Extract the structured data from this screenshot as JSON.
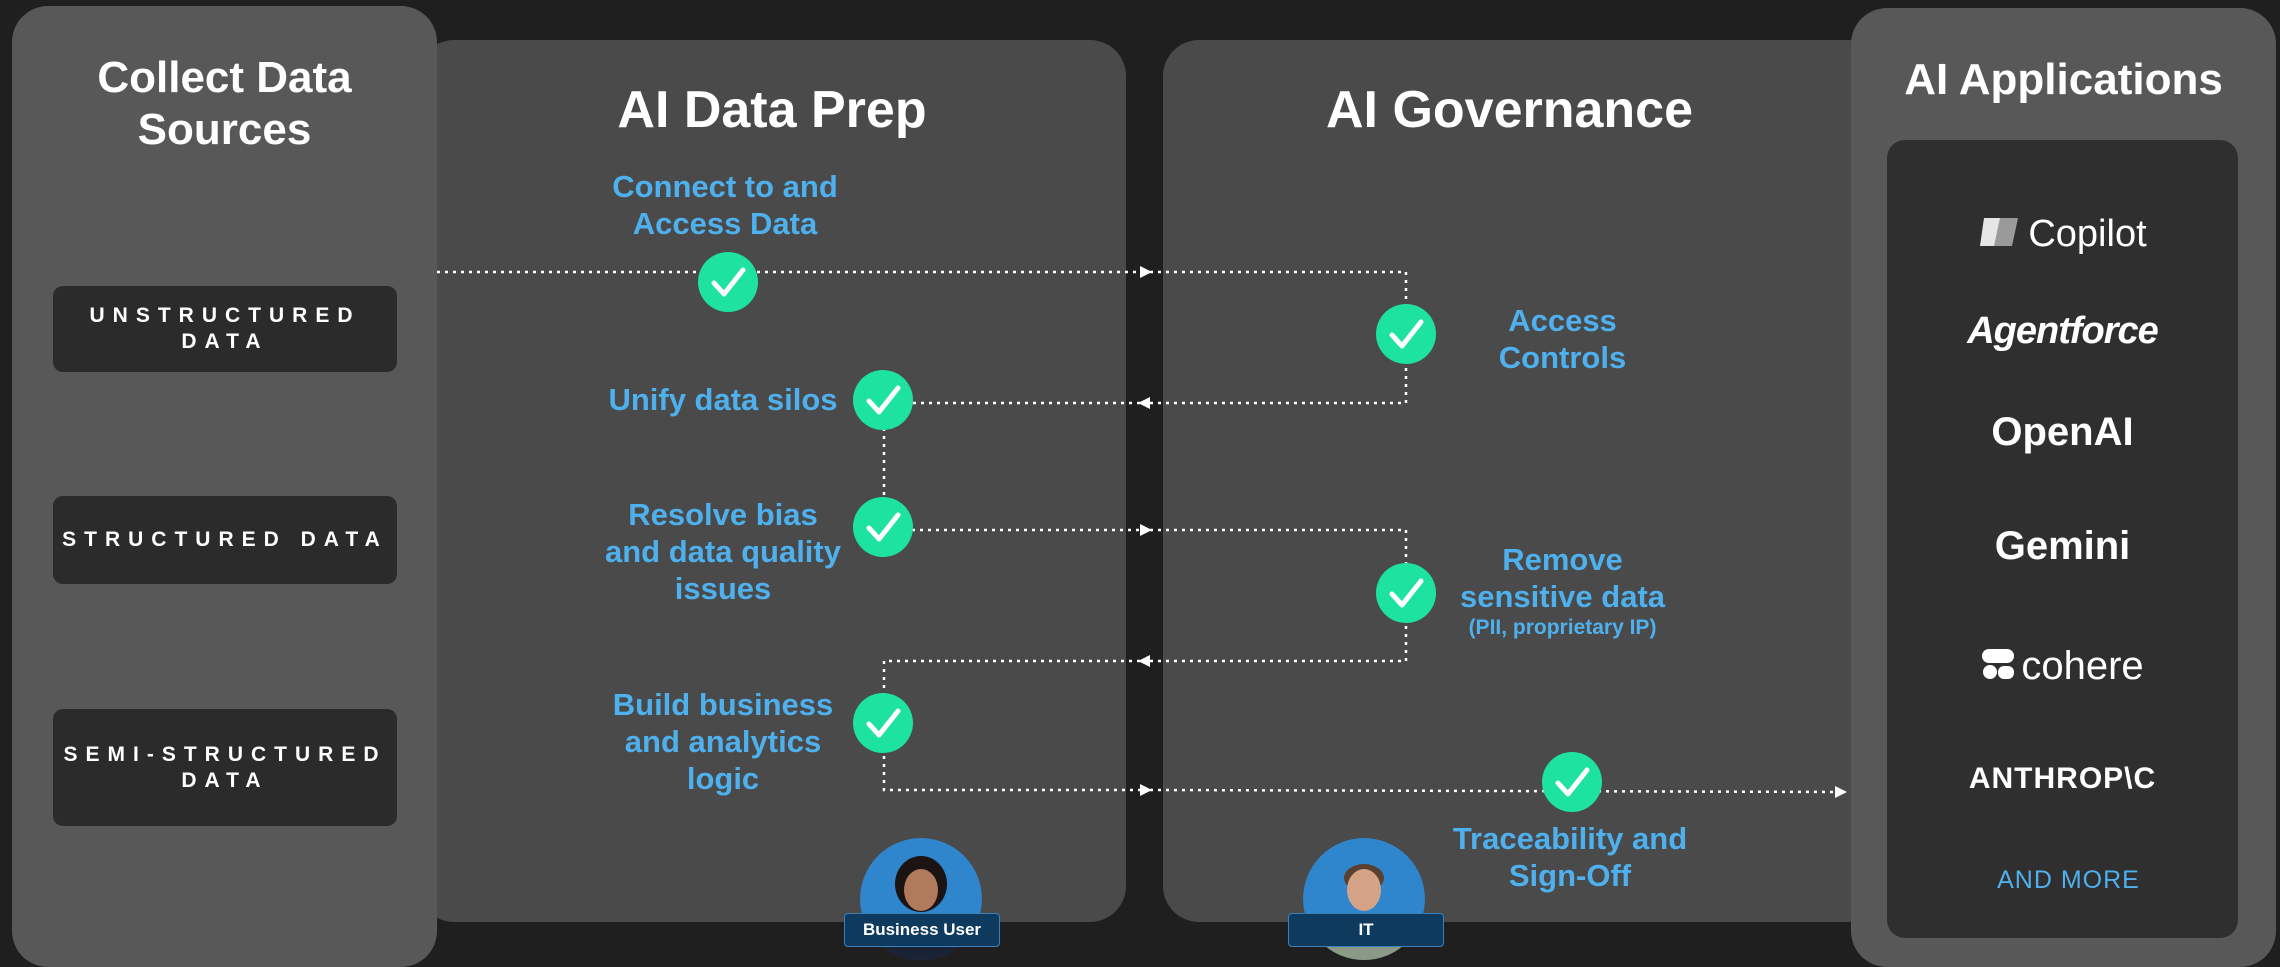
{
  "columns": {
    "collect": {
      "title": "Collect Data Sources"
    },
    "prep": {
      "title": "AI Data Prep"
    },
    "governance": {
      "title": "AI Governance"
    },
    "apps": {
      "title": "AI Applications"
    }
  },
  "sources": [
    {
      "label": "UNSTRUCTURED DATA"
    },
    {
      "label": "STRUCTURED DATA"
    },
    {
      "label": "SEMI-STRUCTURED DATA"
    }
  ],
  "prep_steps": [
    {
      "label": "Connect to and Access Data"
    },
    {
      "label": "Unify data silos"
    },
    {
      "label": "Resolve bias and data quality issues"
    },
    {
      "label": "Build business and analytics logic"
    }
  ],
  "governance_steps": [
    {
      "label": "Access Controls"
    },
    {
      "label": "Remove sensitive data",
      "sub": "(PII, proprietary IP)"
    },
    {
      "label": "Traceability and Sign-Off"
    }
  ],
  "apps": [
    {
      "label": "Copilot",
      "icon": "copilot-icon"
    },
    {
      "label": "Agentforce"
    },
    {
      "label": "OpenAI"
    },
    {
      "label": "Gemini"
    },
    {
      "label": "cohere",
      "icon": "cohere-icon"
    },
    {
      "label": "ANTHROP\\C"
    }
  ],
  "apps_more": "AND MORE",
  "personas": {
    "business": {
      "label": "Business User"
    },
    "it": {
      "label": "IT"
    }
  },
  "colors": {
    "background": "#1f1f1f",
    "outer_panel": "#585858",
    "inner_panel": "#4a4a4a",
    "box": "#2b2b2b",
    "accent_text": "#4fb0ee",
    "check": "#1ee3a0",
    "tag": "#0e3a5e"
  }
}
